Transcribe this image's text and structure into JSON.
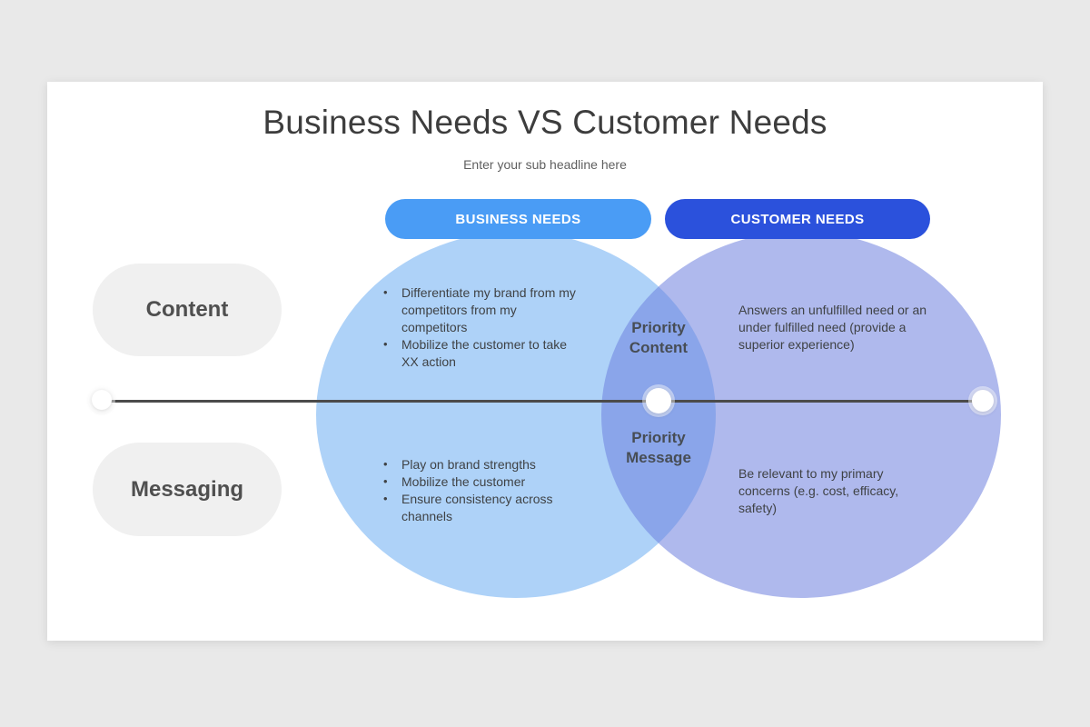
{
  "slide": {
    "title": "Business Needs VS Customer Needs",
    "subtitle": "Enter your sub headline here"
  },
  "columns": {
    "business": {
      "label": "BUSINESS NEEDS",
      "color": "#4a9cf5"
    },
    "customer": {
      "label": "CUSTOMER NEEDS",
      "color": "#2b51dc"
    }
  },
  "rows": {
    "content": {
      "label": "Content"
    },
    "messaging": {
      "label": "Messaging"
    }
  },
  "venn": {
    "left_circle_color": "#aed2f8",
    "right_circle_color": "#a9b5eb",
    "overlap_color": "#8aa3ec",
    "business_content_items": [
      "Differentiate my brand from my competitors from my competitors",
      "Mobilize the customer to take XX action"
    ],
    "business_messaging_items": [
      "Play on brand strengths",
      "Mobilize the customer",
      "Ensure consistency across channels"
    ],
    "overlap_content_label": "Priority Content",
    "overlap_message_label": "Priority Message",
    "customer_content_text": "Answers an unfulfilled need or an under fulfilled need (provide a superior experience)",
    "customer_messaging_text": "Be relevant to my primary concerns (e.g. cost, efficacy, safety)"
  }
}
